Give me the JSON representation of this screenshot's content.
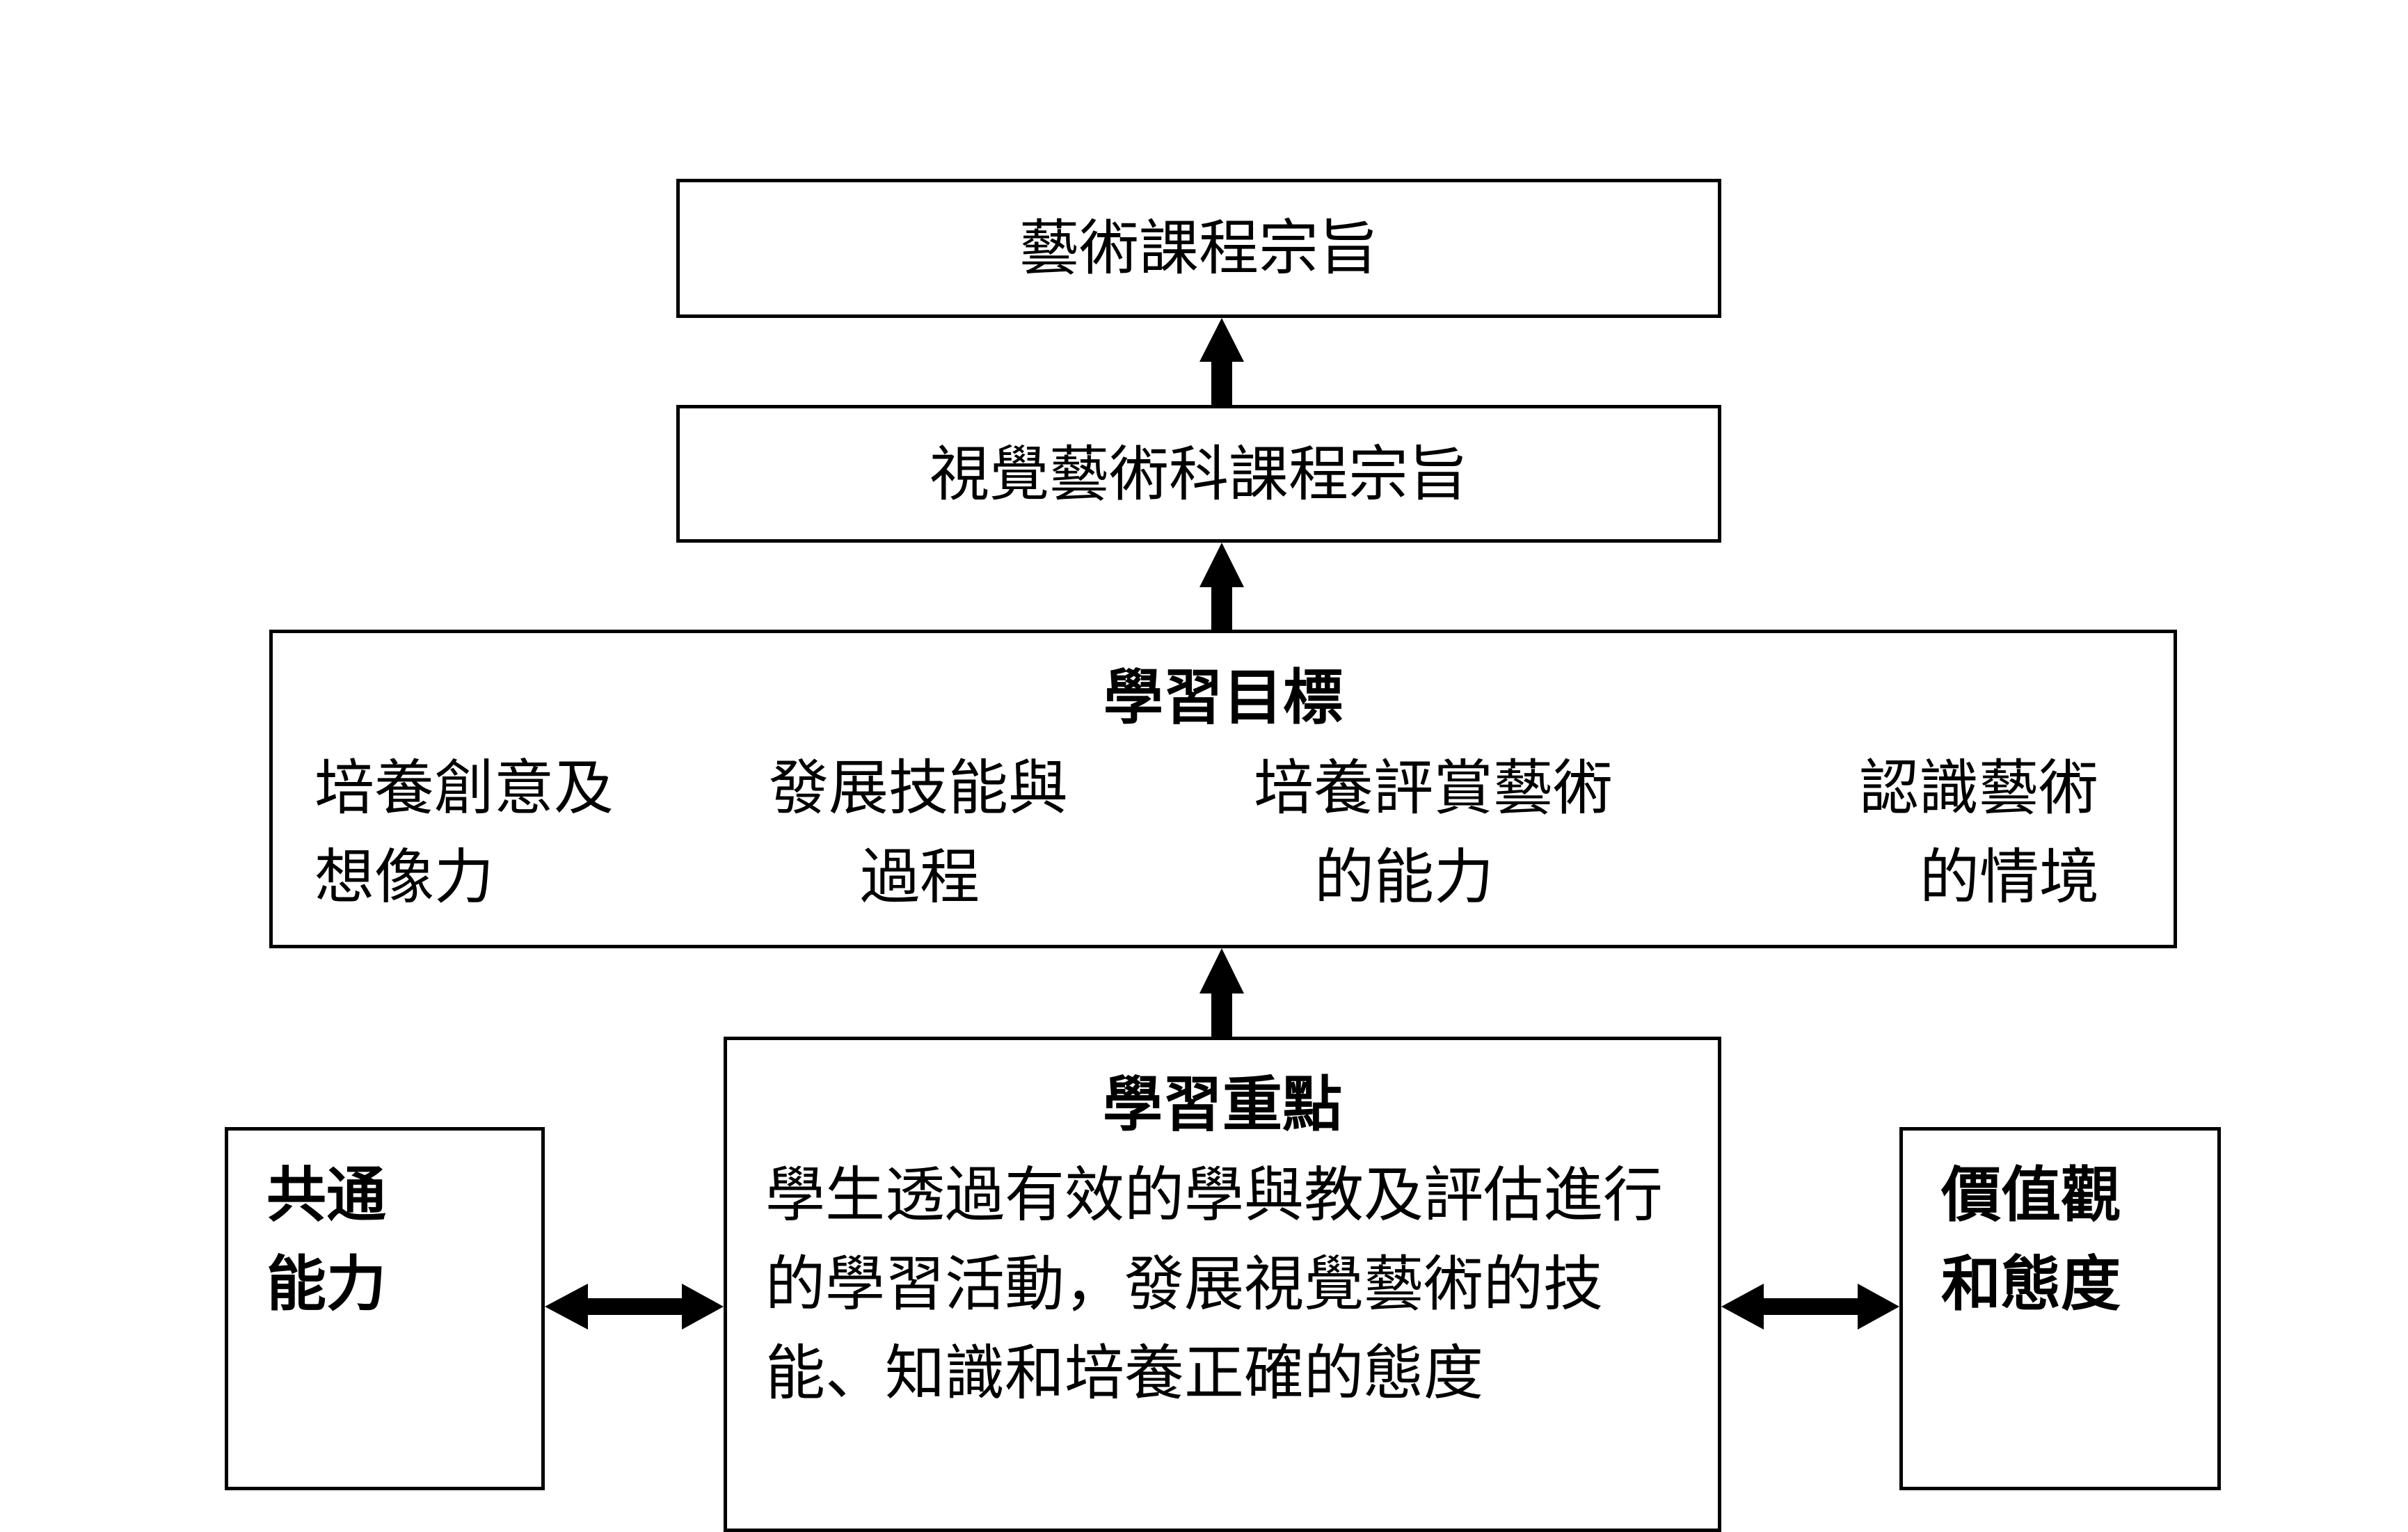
{
  "diagram": {
    "arts_aims": "藝術課程宗旨",
    "visual_arts_aims": "視覺藝術科課程宗旨",
    "learning_targets": {
      "title": "學習目標",
      "items": [
        {
          "line1": "培養創意及",
          "line2": "想像力"
        },
        {
          "line1": "發展技能與",
          "line2": "過程"
        },
        {
          "line1": "培養評賞藝術",
          "line2": "的能力"
        },
        {
          "line1": "認識藝術",
          "line2": "的情境"
        }
      ]
    },
    "learning_focus": {
      "title": "學習重點",
      "lines": [
        "學生透過有效的學與教及評估進行",
        "的學習活動，發展視覺藝術的技",
        "能、知識和培養正確的態度"
      ]
    },
    "generic_skills": {
      "line1": "共通",
      "line2": "能力"
    },
    "values_attitudes": {
      "line1": "價值觀",
      "line2": "和態度"
    }
  }
}
